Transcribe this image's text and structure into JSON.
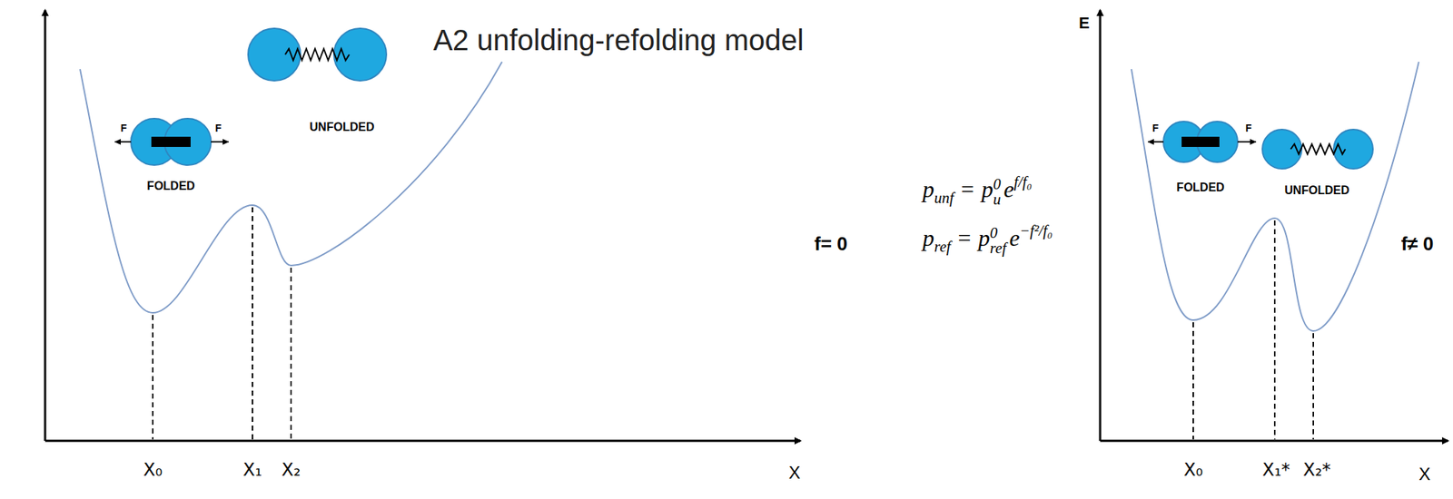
{
  "diagram": {
    "title": "A2 unfolding-refolding model",
    "labels": [
      "F",
      "F",
      "FOLDED",
      "UNFOLDED",
      "f= 0",
      "X₀",
      "X₁",
      "X₂",
      "X",
      "p",
      "unf",
      "=",
      "p",
      "0",
      "u",
      "e",
      "f/f₀",
      "p",
      "ref",
      "=",
      "p",
      "0",
      "ref",
      "e",
      "−f²/f₀",
      "E",
      "F",
      "F",
      "FOLDED",
      "UNFOLDED",
      "f≠ 0",
      "X₀",
      "X₁*",
      "X₂*",
      "X"
    ]
  }
}
